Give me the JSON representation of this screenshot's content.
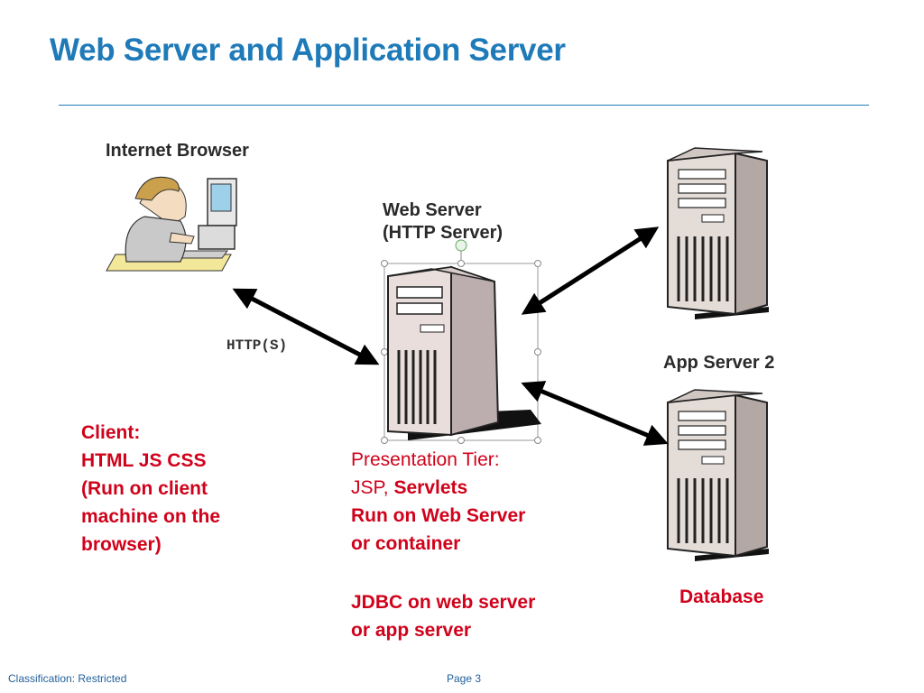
{
  "slide": {
    "title": "Web Server and Application Server"
  },
  "diagram": {
    "browser_label": "Internet Browser",
    "web_server_label_line1": "Web Server",
    "web_server_label_line2": "(HTTP Server)",
    "app_server2_label": "App Server 2",
    "http_label": "HTTP(S)"
  },
  "notes": {
    "client": [
      "Client:",
      "HTML JS CSS",
      "(Run on client",
      "machine on the",
      "browser)"
    ],
    "presentation_line1": "Presentation Tier:",
    "presentation_line2_a": "JSP, ",
    "presentation_line2_b": "Servlets",
    "presentation_line3": "Run on Web Server",
    "presentation_line4": "or container",
    "jdbc": [
      "JDBC on web server",
      "or app server"
    ],
    "database": "Database"
  },
  "footer": {
    "classification": "Classification: Restricted",
    "page": "Page 3"
  },
  "colors": {
    "title": "#1f7ab8",
    "note_red": "#d0021b"
  }
}
